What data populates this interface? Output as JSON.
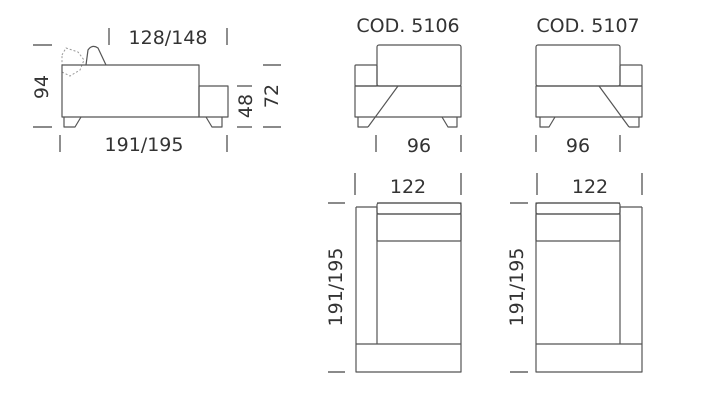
{
  "side_view": {
    "depth_label": "128/148",
    "height_label": "94",
    "length_label": "191/195",
    "seat_height_label": "48",
    "arm_height_label": "72"
  },
  "models": [
    {
      "code": "COD. 5106",
      "front_width_label": "96",
      "top_width_label": "122",
      "top_length_label": "191/195",
      "arm_side": "left"
    },
    {
      "code": "COD. 5107",
      "front_width_label": "96",
      "top_width_label": "122",
      "top_length_label": "191/195",
      "arm_side": "right"
    }
  ]
}
